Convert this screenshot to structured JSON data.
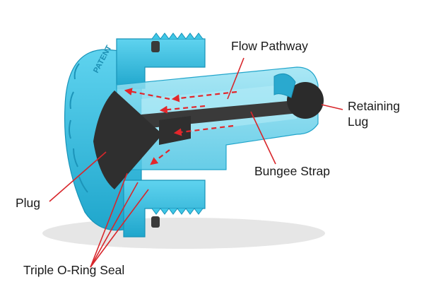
{
  "diagram": {
    "labels": {
      "flow_pathway": "Flow Pathway",
      "retaining_lug_line1": "Retaining",
      "retaining_lug_line2": "Lug",
      "bungee_strap": "Bungee Strap",
      "plug": "Plug",
      "triple_oring_seal": "Triple O-Ring Seal"
    },
    "embossed_text": "PATENT",
    "colors": {
      "body": "#3fc6e6",
      "body_dark": "#1e9ec3",
      "translucent": "#7fd8ee",
      "plug": "#2f2f2f",
      "arrows": "#e3262b",
      "leader_lines": "#d8262b"
    }
  }
}
